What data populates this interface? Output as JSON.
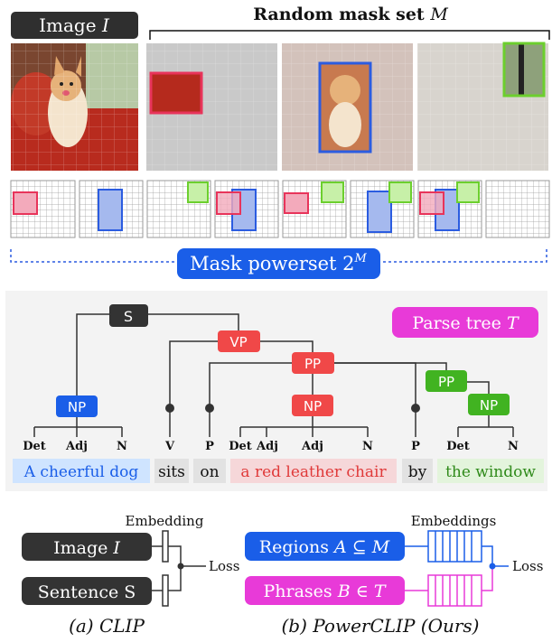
{
  "top": {
    "image_label": "Image ",
    "image_symbol": "I",
    "mask_set_label": "Random mask set ",
    "mask_set_symbol": "M",
    "powerset_label": "Mask powerset ",
    "powerset_symbol": "2",
    "powerset_superscript": "M"
  },
  "parse_tree": {
    "title": "Parse tree ",
    "title_symbol": "T",
    "nodes": {
      "S": "S",
      "VP": "VP",
      "PP1": "PP",
      "NP_left": "NP",
      "NP_mid": "NP",
      "PP2": "PP",
      "NP_right": "NP"
    },
    "pos_tags": [
      "Det",
      "Adj",
      "N",
      "V",
      "P",
      "Det",
      "Adj",
      "Adj",
      "N",
      "P",
      "Det",
      "N"
    ],
    "phrases": {
      "p1": "A cheerful dog",
      "p2": "sits",
      "p3": "on",
      "p4": "a red leather chair",
      "p5": "by",
      "p6": "the window"
    }
  },
  "bottom": {
    "clip": {
      "embedding_label": "Embedding",
      "image_box": "Image ",
      "image_symbol": "I",
      "sentence_box": "Sentence S",
      "loss": "Loss",
      "caption": "(a) CLIP"
    },
    "powerclip": {
      "embeddings_label": "Embeddings",
      "regions_box": "Regions ",
      "regions_symbol": "A ⊆ M",
      "phrases_box": "Phrases ",
      "phrases_symbol": "B ∈ T",
      "loss": "Loss",
      "caption": "(b) PowerCLIP (Ours)"
    }
  },
  "colors": {
    "dark": "#2b2b2b",
    "blue": "#1a5ee8",
    "red": "#f04848",
    "green": "#41b321",
    "magenta": "#e83ad8",
    "pink_region": "#f6d7d9",
    "blue_region": "#cfe4ff",
    "green_region": "#e3f4dc"
  }
}
